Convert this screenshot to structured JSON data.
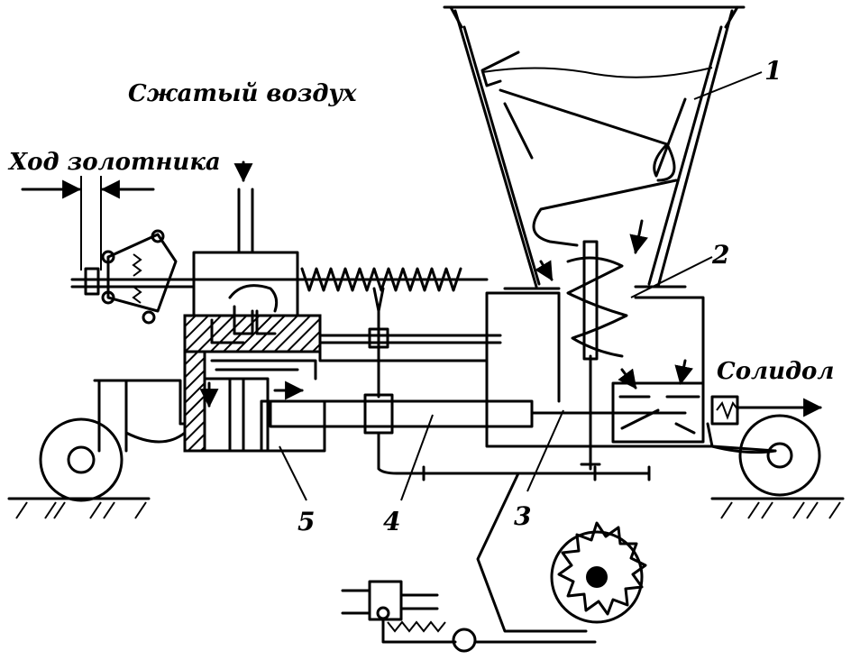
{
  "labels": {
    "compressed_air": "Сжатый воздух",
    "spool_stroke": "Ход золотника",
    "grease": "Солидол"
  },
  "callouts": [
    "1",
    "2",
    "3",
    "4",
    "5"
  ]
}
